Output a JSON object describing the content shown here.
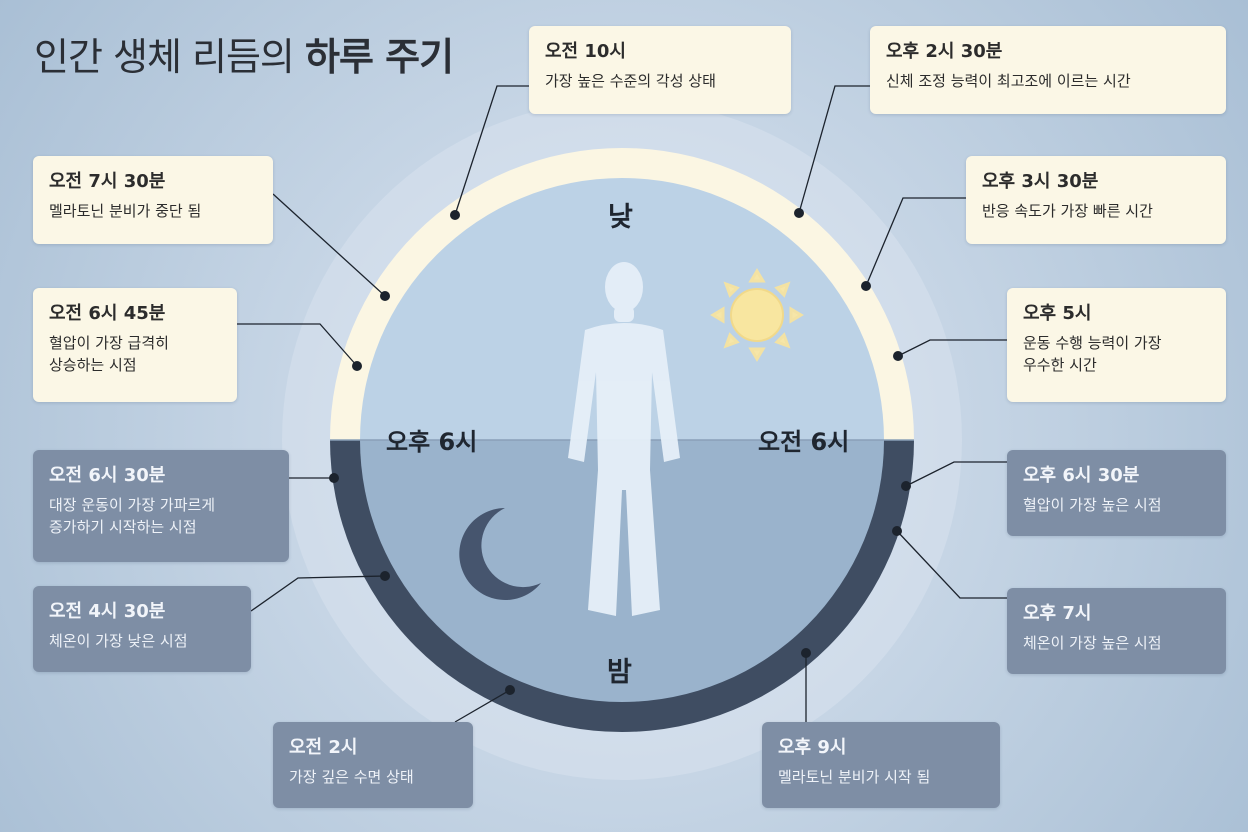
{
  "title": {
    "light": "인간 생체 리듬의",
    "bold": "하루 주기"
  },
  "center_labels": {
    "day": "낮",
    "night": "밤",
    "left": "오후 6시",
    "right": "오전 6시"
  },
  "icons": {
    "sun": "sun-icon",
    "moon": "crescent-moon-icon",
    "person": "human-figure-icon"
  },
  "colors": {
    "day_card": "#fbf7e6",
    "night_card": "#7e8ea5",
    "day_ring": "#fbf6e3",
    "night_ring": "#3f4d62"
  },
  "events": [
    {
      "id": "e1",
      "time": "오전 10시",
      "desc": "가장 높은 수준의 각성 상태",
      "phase": "day"
    },
    {
      "id": "e2",
      "time": "오후 2시 30분",
      "desc": "신체 조정 능력이 최고조에 이르는 시간",
      "phase": "day"
    },
    {
      "id": "e3",
      "time": "오전 7시 30분",
      "desc": "멜라토닌 분비가 중단 됨",
      "phase": "day"
    },
    {
      "id": "e4",
      "time": "오후 3시 30분",
      "desc": "반응 속도가 가장 빠른 시간",
      "phase": "day"
    },
    {
      "id": "e5",
      "time": "오전 6시 45분",
      "desc": "혈압이 가장 급격히\n상승하는 시점",
      "phase": "day"
    },
    {
      "id": "e6",
      "time": "오후 5시",
      "desc": "운동 수행 능력이 가장\n우수한 시간",
      "phase": "day"
    },
    {
      "id": "e7",
      "time": "오전 6시 30분",
      "desc": "대장 운동이 가장 가파르게\n증가하기 시작하는 시점",
      "phase": "night"
    },
    {
      "id": "e8",
      "time": "오후 6시 30분",
      "desc": "혈압이 가장 높은 시점",
      "phase": "night"
    },
    {
      "id": "e9",
      "time": "오전 4시 30분",
      "desc": "체온이 가장 낮은 시점",
      "phase": "night"
    },
    {
      "id": "e10",
      "time": "오후 7시",
      "desc": "체온이 가장 높은 시점",
      "phase": "night"
    },
    {
      "id": "e11",
      "time": "오전 2시",
      "desc": "가장 깊은 수면 상태",
      "phase": "night"
    },
    {
      "id": "e12",
      "time": "오후 9시",
      "desc": "멜라토닌 분비가 시작 됨",
      "phase": "night"
    }
  ]
}
